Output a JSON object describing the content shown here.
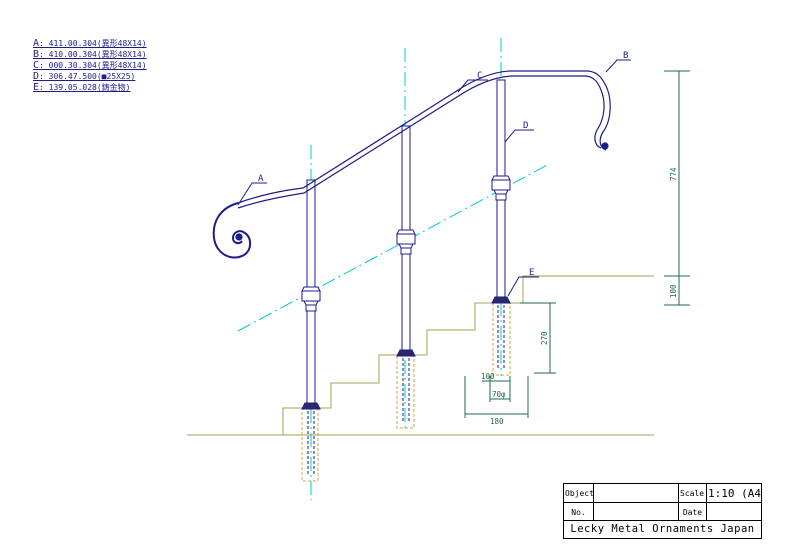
{
  "legend": [
    {
      "letter": "A",
      "text": ": 411.00.304(異形48X14)"
    },
    {
      "letter": "B",
      "text": ": 410.00.304(異形48X14)"
    },
    {
      "letter": "C",
      "text": ": 000.30.304(異形48X14)"
    },
    {
      "letter": "D",
      "text": ": 306.47.500(■25X25)"
    },
    {
      "letter": "E",
      "text": ": 139.05.028(鋳金物)"
    }
  ],
  "callouts": {
    "a": "A",
    "b": "B",
    "c": "C",
    "d": "D",
    "e": "E"
  },
  "dimensions": {
    "height_total": "774",
    "step_height": "100",
    "post_depth": "270",
    "pad_100": "100",
    "pad_70": "70φ",
    "pad_180": "180"
  },
  "title_block": {
    "object_label": "Object",
    "no_label": "No.",
    "scale_label": "Scale",
    "scale_value": "1:10 (A4)",
    "date_label": "Date",
    "company": "Lecky Metal Ornaments Japan"
  },
  "colors": {
    "ink": "#1c1c8a",
    "stair_line": "#a5a052",
    "center_line": "#00c8d2",
    "footing": "#c8aa3c",
    "dimension": "#1c6b4e"
  }
}
